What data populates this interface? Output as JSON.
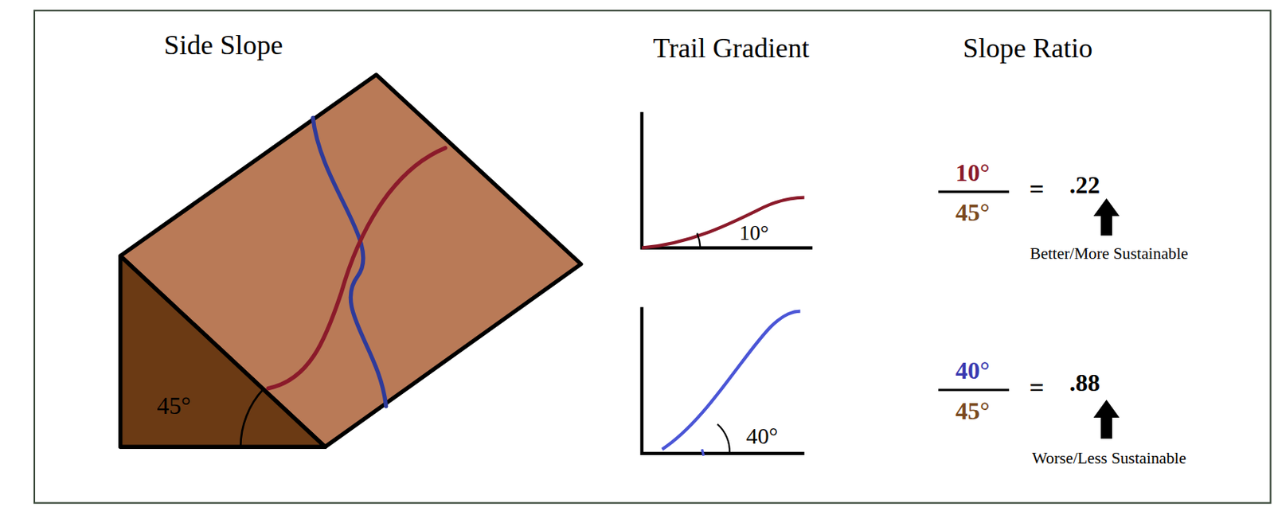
{
  "diagram": {
    "labels": [
      "Side Slope",
      "Trail Gradient",
      "Slope Ratio",
      "45°",
      "10°",
      "40°",
      "10°",
      "45°",
      "=",
      ".22",
      "Better/More Sustainable",
      "40°",
      "45°",
      "=",
      ".88",
      "Worse/Less Sustainable"
    ]
  }
}
